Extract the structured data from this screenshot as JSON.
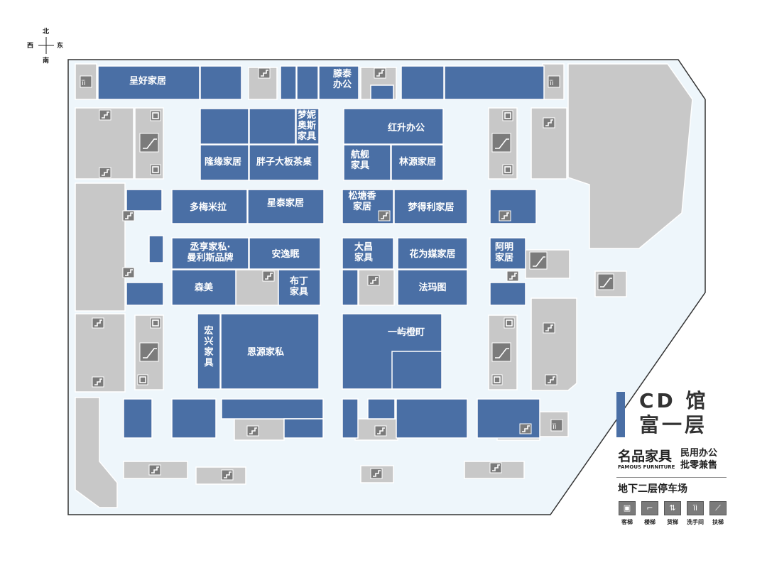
{
  "compass": {
    "north": "北",
    "south": "南",
    "west": "西",
    "east": "东"
  },
  "stores": [
    "呈好家居",
    "滕泰\n办公",
    "梦妮\n奥斯\n家具",
    "隆缘家居",
    "胖子大板茶桌",
    "红升办公",
    "航舰\n家具",
    "林源家居",
    "多梅米拉",
    "星泰家居",
    "松塘香\n家居",
    "梦得利家居",
    "丞享家私·\n曼利斯品牌",
    "安逸眠",
    "森美",
    "布丁\n家具",
    "大昌\n家具",
    "花为媒家居",
    "法玛图",
    "阿明\n家居",
    "宏\n兴\n家\n具",
    "恩源家私",
    "一屿橙町"
  ],
  "legend": {
    "hall": "CD 馆",
    "floor": "富一层",
    "brand_cn": "名品家具",
    "brand_en": "FAMOUS FURNITURE",
    "brand_line1": "民用办公",
    "brand_line2": "批零兼售",
    "parking": "地下二层停车场",
    "items": [
      {
        "icon": "elevator-icon",
        "label": "客梯"
      },
      {
        "icon": "stairs-icon",
        "label": "楼梯"
      },
      {
        "icon": "freight-elevator-icon",
        "label": "货梯"
      },
      {
        "icon": "restroom-icon",
        "label": "洗手间"
      },
      {
        "icon": "escalator-icon",
        "label": "扶梯"
      }
    ]
  },
  "colors": {
    "store": "#4a6fa5",
    "corridor": "#eef6fb",
    "service": "#c8c8c8",
    "icon": "#7b7b7b"
  }
}
